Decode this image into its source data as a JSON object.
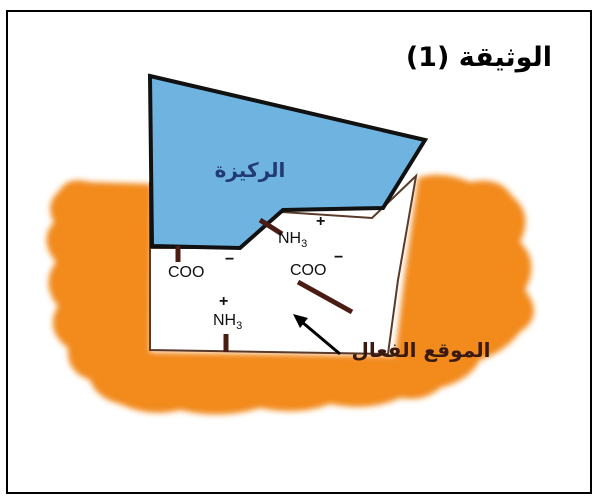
{
  "document": {
    "title": "الوثيقة (1)"
  },
  "labels": {
    "substrate": "الركيزة",
    "active_site": "الموقع الفعال"
  },
  "groups": {
    "coo_left": "COO",
    "coo_right": "COO",
    "nh3_top": "NH",
    "nh3_bottom": "NH",
    "nh3_sub": "3",
    "minus": "−",
    "plus": "+"
  },
  "colors": {
    "enzyme": "#f28a1e",
    "substrate": "#6fb4e0",
    "outline": "#111111",
    "bond": "#4a1c14"
  }
}
